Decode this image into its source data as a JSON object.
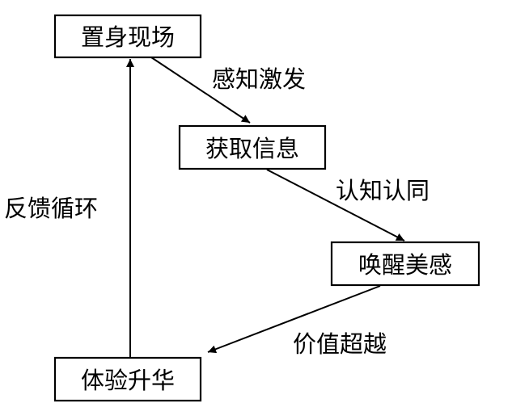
{
  "nodes": {
    "n1": "置身现场",
    "n2": "获取信息",
    "n3": "唤醒美感",
    "n4": "体验升华"
  },
  "edges": {
    "e1": "感知激发",
    "e2": "认知认同",
    "e3": "价值超越",
    "e4": "反馈循环"
  }
}
